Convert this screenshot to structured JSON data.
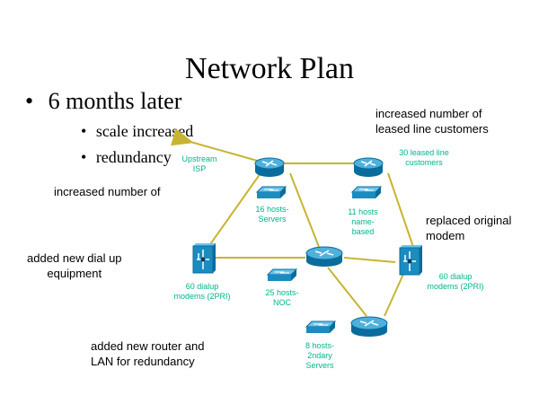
{
  "title": "Network Plan",
  "bullets": {
    "level1": [
      {
        "marker": "•",
        "text": "6 months later"
      }
    ],
    "level2": [
      {
        "marker": "•",
        "text": "scale increased"
      },
      {
        "marker": "•",
        "text": "redundancy"
      }
    ]
  },
  "annotations": {
    "increased_number_left": "increased number of",
    "leased_line_line1": "increased number of",
    "leased_line_line2": "leased line customers",
    "replaced_line1": "replaced original",
    "replaced_line2": "modem",
    "dialup_line1": "added new dial up",
    "dialup_line2": "equipment",
    "router_line1": "added new router and",
    "router_line2": "LAN for redundancy"
  },
  "device_labels": {
    "upstream": [
      "Upstream",
      "ISP"
    ],
    "leased": [
      "30 leased line",
      "customers"
    ],
    "servers": [
      "16 hosts-",
      "Servers"
    ],
    "name_based": [
      "11 hosts",
      "name-",
      "based"
    ],
    "dialup_left": [
      "60 dialup",
      "modems (2PRI)"
    ],
    "dialup_right": [
      "60 dialup",
      "modems (2PRI)"
    ],
    "noc": [
      "25 hosts-",
      "NOC"
    ],
    "secondary": [
      "8 hosts-",
      "2ndary",
      "Servers"
    ]
  },
  "colors": {
    "link": "#c8b432",
    "device": "#1a8cc0",
    "label": "#00b48c"
  }
}
